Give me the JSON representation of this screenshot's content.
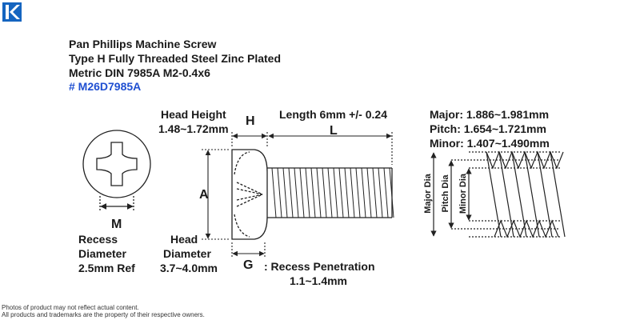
{
  "logo_color": "#1565c0",
  "title": {
    "line1": "Pan Phillips Machine Screw",
    "line2": "Type H Fully Threaded Steel Zinc Plated",
    "line3": "Metric DIN 7985A M2-0.4x6"
  },
  "part_number": "# M26D7985A",
  "recess": {
    "letter": "M",
    "line1": "Recess",
    "line2": "Diameter",
    "line3": "2.5mm Ref"
  },
  "head_height": {
    "line1": "Head Height",
    "line2": "1.48~1.72mm",
    "letter": "H"
  },
  "length": {
    "text": "Length 6mm +/- 0.24",
    "letter": "L"
  },
  "head_diameter": {
    "letter": "A",
    "line1": "Head",
    "line2": "Diameter",
    "line3": "3.7~4.0mm"
  },
  "recess_penetration": {
    "letter": "G",
    "line1": ": Recess Penetration",
    "line2": "1.1~1.4mm"
  },
  "thread": {
    "major": "Major: 1.886~1.981mm",
    "pitch": "Pitch:  1.654~1.721mm",
    "minor": "Minor: 1.407~1.490mm",
    "major_dia_label": "Major Dia",
    "pitch_dia_label": "Pitch Dia",
    "minor_dia_label": "Minor Dia"
  },
  "footer": {
    "line1": "Photos of product may not reflect actual content.",
    "line2": "All products and trademarks are the property of their respective owners."
  }
}
